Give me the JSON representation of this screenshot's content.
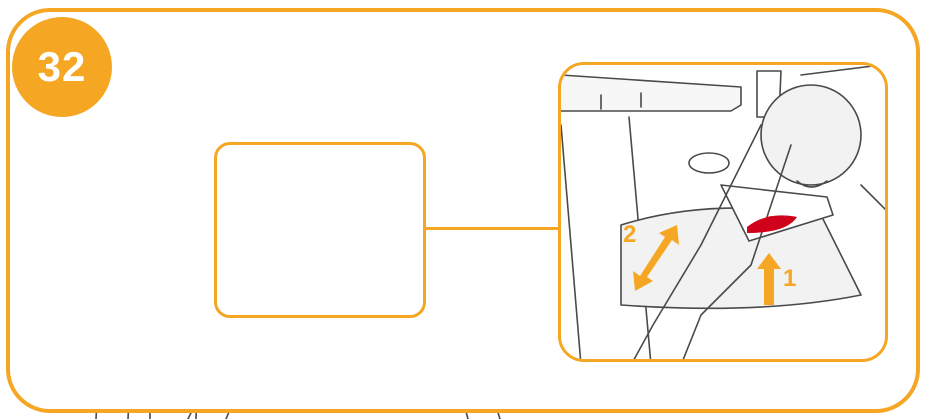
{
  "step": {
    "number": "32"
  },
  "callouts": {
    "release_label": "1",
    "adjust_label": "2"
  },
  "colors": {
    "accent": "#f5a623",
    "line": "#4a4a4a",
    "handle": "#d0021b",
    "skin": "#fbe3dc",
    "fill": "#f2f2f2"
  },
  "icons": {
    "lift_arrow": "arrow-up-icon",
    "adjust_arrow": "double-arrow-icon"
  }
}
